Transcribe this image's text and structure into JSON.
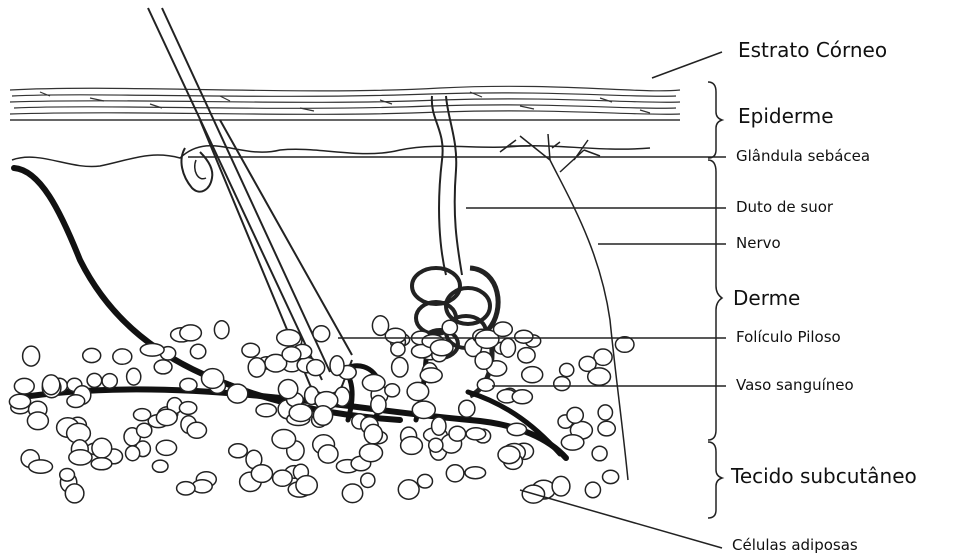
{
  "diagram": {
    "labels": {
      "estrato_corneo": "Estrato Córneo",
      "epiderme": "Epiderme",
      "glandula_sebacea": "Glândula sebácea",
      "duto_de_suor": "Duto de suor",
      "nervo": "Nervo",
      "derme": "Derme",
      "foliculo_piloso": "Folículo Piloso",
      "vaso_sanguineo": "Vaso sanguíneo",
      "tecido_subcutaneo": "Tecido subcutâneo",
      "celulas_adiposas": "Células adiposas"
    }
  }
}
